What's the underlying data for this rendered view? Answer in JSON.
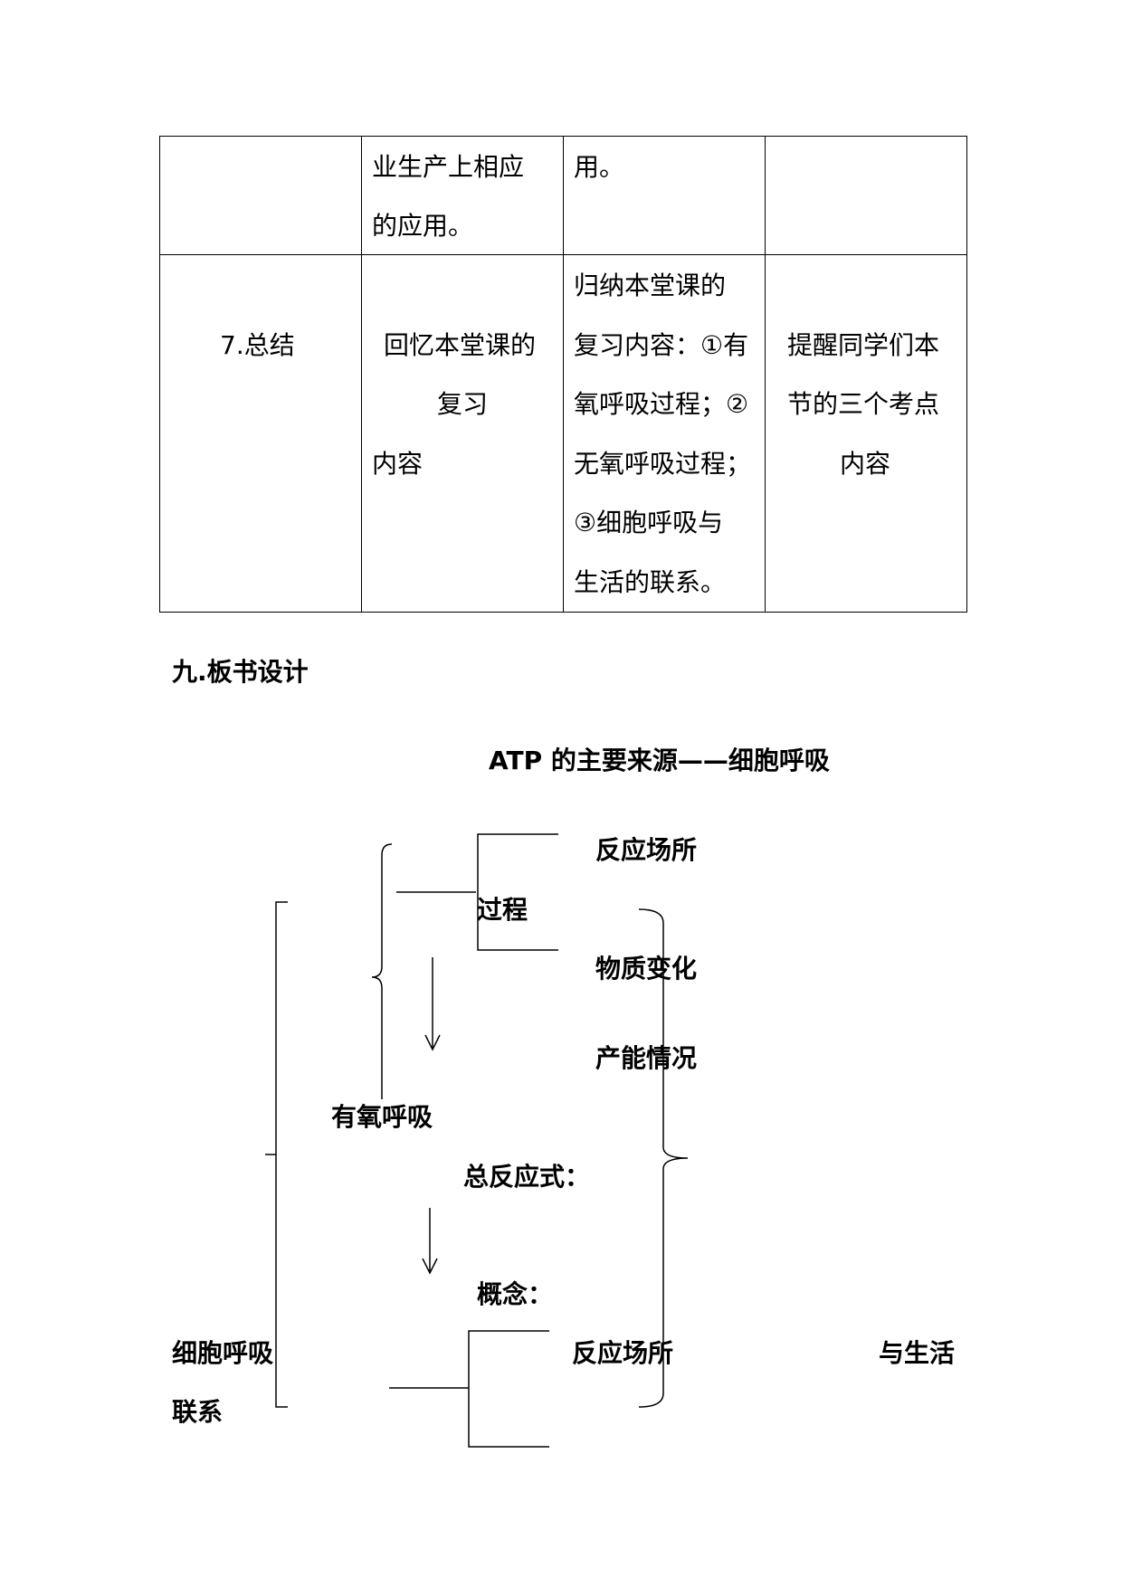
{
  "table": {
    "row1": {
      "col2_line1": "业生产上相应",
      "col2_line2": "的应用。",
      "col3_line1": "用。"
    },
    "row2": {
      "step": "7.总结",
      "student_line1": "回忆本堂课的",
      "student_line2": "复习",
      "student_line3": "内容",
      "teacher_line1": "归纳本堂课的",
      "teacher_line2": "复习内容：①有",
      "teacher_line3": "氧呼吸过程；②",
      "teacher_line4": "无氧呼吸过程；",
      "teacher_line5": "③细胞呼吸与",
      "teacher_line6": "生活的联系。",
      "intent_line1": "提醒同学们本",
      "intent_line2": "节的三个考点",
      "intent_line3": "内容"
    }
  },
  "section": {
    "heading": "九.板书设计"
  },
  "board": {
    "title": "ATP 的主要来源——细胞呼吸",
    "reaction_site_1": "反应场所",
    "process": "过程",
    "material_change": "物质变化",
    "energy": "产能情况",
    "aerobic": "有氧呼吸",
    "total_equation": "总反应式：",
    "concept": "概念：",
    "cell_respiration": "细胞呼吸",
    "reaction_site_2": "反应场所",
    "with_life": "与生活",
    "connection": "联系"
  }
}
